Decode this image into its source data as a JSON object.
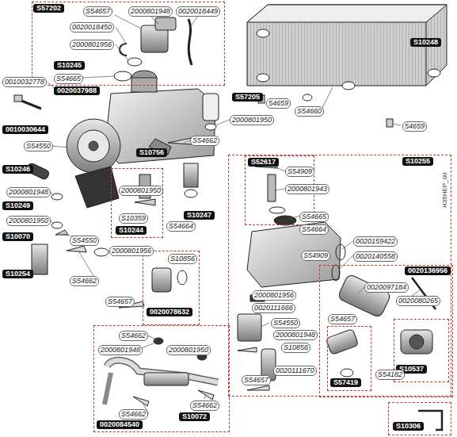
{
  "diagram": {
    "nodes": [
      {
        "text": [
          "S57202"
        ]
      },
      {
        "text": [
          "S10255"
        ]
      },
      {
        "text": [
          "S52617"
        ],
        "in": 1
      },
      {
        "text": [
          "0020136956"
        ],
        "in": 1
      },
      {
        "text": [
          "S10537"
        ],
        "in": 3
      },
      {
        "text": [
          "S57419"
        ],
        "in": 1
      },
      {
        "text": [
          "S10244"
        ]
      },
      {
        "text": [
          "0020078632"
        ]
      },
      {
        "text": [
          "0020084540"
        ]
      },
      {
        "text": [
          "S10306"
        ]
      }
    ],
    "labels": [
      "S54657",
      "2000801948",
      "0020018449",
      "0020018450",
      "2000801956",
      "S10248",
      "54659",
      "S54660",
      "54659",
      "S10245",
      "S54665",
      "0020037988",
      "0010032778",
      "S57205",
      "2000801950",
      "0010030644",
      "S10756",
      "S54662",
      "S54550",
      "S10246",
      "2000801948",
      "2000801950",
      "S10249",
      "2000801950",
      "S10070",
      "S10359",
      "S54664",
      "S10247",
      "S54550",
      "2000801956",
      "S10254",
      "S54662",
      "S10856",
      "S54657",
      "S54909",
      "2000801943",
      "S54665",
      "S54664",
      "S54909",
      "0020159422",
      "0020140558",
      "0020097184",
      "0020080265",
      "2000801956",
      "0020111666",
      "S54550",
      "S54657",
      "2000801948",
      "S10856",
      "0020111670",
      "S54182",
      "S54657",
      "H35HEP_00",
      "S54662",
      "2000801948",
      "2000801950",
      "S54662",
      "S10072",
      "S54662"
    ]
  }
}
